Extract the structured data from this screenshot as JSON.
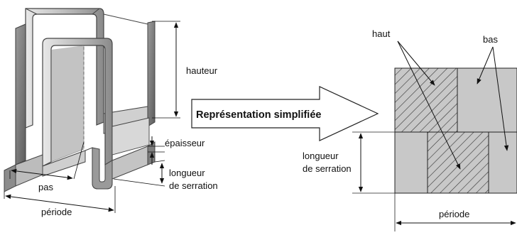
{
  "colors": {
    "metal_light": "#dedede",
    "metal_mid": "#b4b4b4",
    "metal_dark": "#6e6e6e",
    "outline": "#444444",
    "block_fill": "#c8c8c8",
    "hatch": "#333333"
  },
  "left_figure": {
    "labels": {
      "hauteur": "hauteur",
      "epaisseur": "épaisseur",
      "longueur_line1": "longueur",
      "longueur_line2": "de serration",
      "pas": "pas",
      "periode": "période"
    }
  },
  "arrow": {
    "label": "Représentation simplifiée"
  },
  "right_figure": {
    "labels": {
      "haut": "haut",
      "bas": "bas",
      "longueur_line1": "longueur",
      "longueur_line2": "de serration",
      "periode": "période"
    }
  }
}
